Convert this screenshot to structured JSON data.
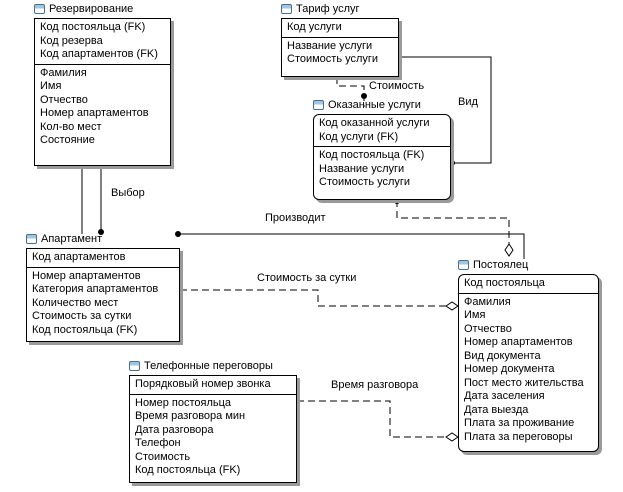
{
  "entities": {
    "reservation": {
      "title": "Резервирование",
      "key_attrs": [
        "Код постояльца (FK)",
        "Код резерва",
        "Код апартаментов (FK)"
      ],
      "attrs": [
        "Фамилия",
        "Имя",
        "Отчество",
        "Номер апартаментов",
        "Кол-во мест",
        "Состояние"
      ]
    },
    "service_tariff": {
      "title": "Тариф услуг",
      "key_attrs": [
        "Код услуги"
      ],
      "attrs": [
        "Название услуги",
        "Стоимость услуги"
      ]
    },
    "provided_services": {
      "title": "Оказанные услуги",
      "key_attrs": [
        "Код оказанной услуги",
        "Код услуги (FK)"
      ],
      "attrs": [
        "Код постояльца (FK)",
        "Название услуги",
        "Стоимость услуги"
      ]
    },
    "apartment": {
      "title": "Апартамент",
      "key_attrs": [
        "Код апартаментов"
      ],
      "attrs": [
        "Номер апартаментов",
        "Категория апартаментов",
        "Количество мест",
        "Стоимость за сутки",
        "Код постояльца (FK)"
      ]
    },
    "guest": {
      "title": "Постоялец",
      "key_attrs": [
        "Код постояльца"
      ],
      "attrs": [
        "Фамилия",
        "Имя",
        "Отчество",
        "Номер апартаментов",
        "Вид документа",
        "Номер документа",
        "Пост место жительства",
        "Дата заселения",
        "Дата выезда",
        "Плата за проживание",
        "Плата за переговоры"
      ]
    },
    "phone_calls": {
      "title": "Телефонные переговоры",
      "key_attrs": [
        "Порядковый номер звонка"
      ],
      "attrs": [
        "Номер постояльца",
        "Время разговора мин",
        "Дата разговора",
        "Телефон",
        "Стоимость",
        "Код постояльца (FK)"
      ]
    }
  },
  "relationships": {
    "cost": "Стоимость",
    "type": "Вид",
    "choice": "Выбор",
    "produces": "Производит",
    "cost_per_day": "Стоимость за сутки",
    "call_duration": "Время разговора"
  }
}
